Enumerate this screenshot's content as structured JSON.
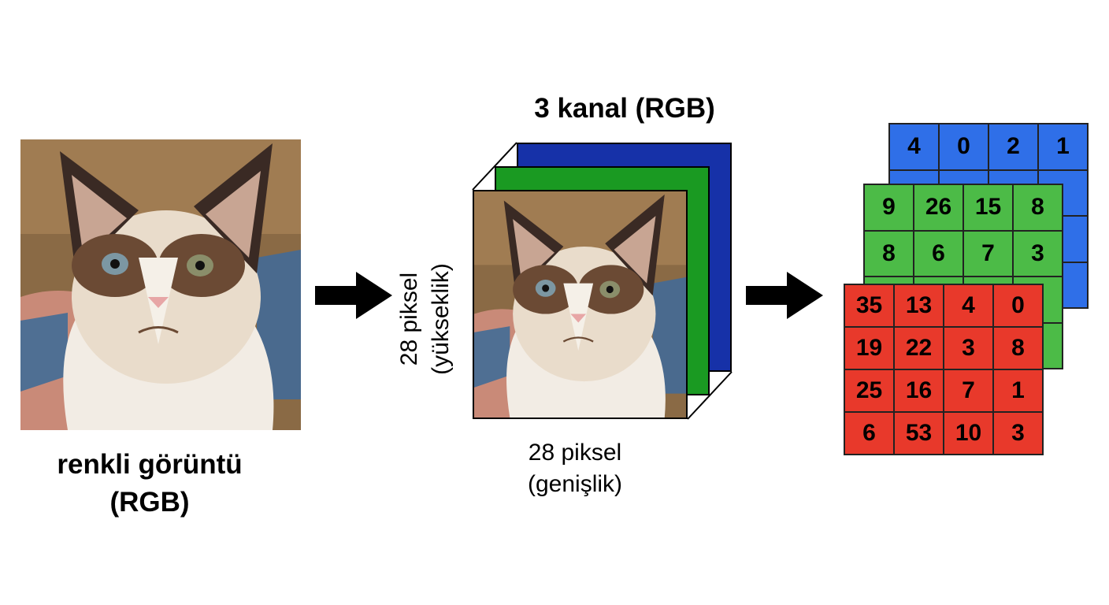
{
  "left": {
    "label_line1": "renkli görüntü",
    "label_line2": "(RGB)",
    "image": "cat-photo"
  },
  "middle": {
    "title": "3 kanal (RGB)",
    "height_line1": "28 piksel",
    "height_line2": "(yükseklik)",
    "width_line1": "28 piksel",
    "width_line2": "(genişlik)",
    "channels": [
      "red",
      "green",
      "blue"
    ]
  },
  "colors": {
    "red": "#e8392b",
    "green": "#4cbb47",
    "blue": "#2f6fe8",
    "blue_layer": "#1631a8",
    "green_layer": "#1a9a22"
  },
  "matrices": {
    "blue": [
      [
        "4",
        "0",
        "2",
        "1"
      ],
      [
        "",
        "",
        "",
        ""
      ],
      [
        "",
        "",
        "",
        ""
      ],
      [
        "",
        "",
        "",
        ""
      ]
    ],
    "green": [
      [
        "9",
        "26",
        "15",
        "8"
      ],
      [
        "8",
        "6",
        "7",
        "3"
      ],
      [
        "",
        "",
        "",
        ""
      ],
      [
        "",
        "",
        "",
        ""
      ]
    ],
    "red": [
      [
        "35",
        "13",
        "4",
        "0"
      ],
      [
        "19",
        "22",
        "3",
        "8"
      ],
      [
        "25",
        "16",
        "7",
        "1"
      ],
      [
        "6",
        "53",
        "10",
        "3"
      ]
    ]
  }
}
